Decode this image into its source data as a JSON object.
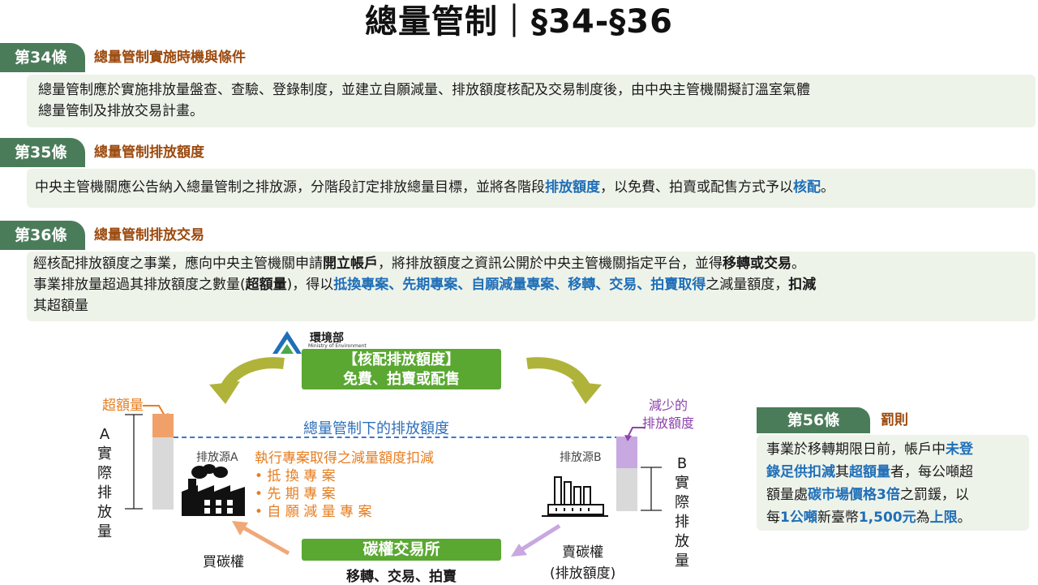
{
  "title": "總量管制｜§34-§36",
  "s34": {
    "tag": "第34條",
    "heading": "總量管制實施時機與條件",
    "line1": "總量管制應於實施排放量盤查、查驗、登錄制度，並建立自願減量、排放額度核配及交易制度後，由中央主管機關擬訂溫室氣體",
    "line2": "總量管制及排放交易計畫。"
  },
  "s35": {
    "tag": "第35條",
    "heading": "總量管制排放額度",
    "text_a": "中央主管機關應公告納入總量管制之排放源，分階段訂定排放總量目標，並將各階段",
    "hl_a": "排放額度",
    "text_b": "，以免費、拍賣或配售方式予以",
    "hl_b": "核配",
    "text_c": "。"
  },
  "s36": {
    "tag": "第36條",
    "heading": "總量管制排放交易",
    "l1_a": "經核配排放額度之事業，應向中央主管機關申請",
    "l1_b": "開立帳戶",
    "l1_c": "，將排放額度之資訊公開於中央主管機關指定平台，並得",
    "l1_d": "移轉或交易",
    "l1_e": "。",
    "l2_a": "事業排放量超過其排放額度之數量(",
    "l2_b": "超額量",
    "l2_c": ")，得以",
    "l2_d": "抵換專案、先期專案、自願減量專案、移轉、交易、拍賣取得",
    "l2_e": "之減量額度，",
    "l2_f": "扣減",
    "l3": "其超額量"
  },
  "diagram": {
    "epa_name": "環境部",
    "epa_name_en": "Ministry of Environment",
    "alloc_line1": "【核配排放額度】",
    "alloc_line2": "免費、拍賣或配售",
    "excess_label": "超額量",
    "cap_label": "總量管制下的排放額度",
    "reduce_label_1": "減少的",
    "reduce_label_2": "排放額度",
    "a_actual": [
      "A",
      "實",
      "際",
      "排",
      "放",
      "量"
    ],
    "b_actual": [
      "B",
      "實",
      "際",
      "排",
      "放",
      "量"
    ],
    "source_a": "排放源A",
    "source_b": "排放源B",
    "project_title": "執行專案取得之減量額度扣減",
    "project_items": [
      "• 抵 換 專 案",
      "• 先 期 專 案",
      "• 自 願 減 量 專 案"
    ],
    "exchange": "碳權交易所",
    "exchange_sub": "移轉、交易、拍賣",
    "buy": "買碳權",
    "sell_1": "賣碳權",
    "sell_2": "(排放額度)"
  },
  "s56": {
    "tag": "第56條",
    "heading": "罰則",
    "l1_a": "事業於移轉期限日前，帳戶中",
    "l1_b": "未登",
    "l2_a": "錄足供扣減",
    "l2_b": "其",
    "l2_c": "超額量",
    "l2_d": "者，每公噸超",
    "l3_a": "額量處",
    "l3_b": "碳市場價格3倍",
    "l3_c": "之罰鍰，以",
    "l4_a": "每",
    "l4_b": "1公噸",
    "l4_c": "新臺幣",
    "l4_d": "1,500元",
    "l4_e": "為",
    "l4_f": "上限",
    "l4_g": "。"
  },
  "colors": {
    "tag_green": "#4a7c59",
    "button_green": "#5aa832",
    "heading_brown": "#9c4a0f",
    "highlight_blue": "#1f6fb8",
    "excess_orange": "#f0a068",
    "reduce_purple": "#c8a8e0",
    "bar_gray": "#d9d9d9"
  }
}
